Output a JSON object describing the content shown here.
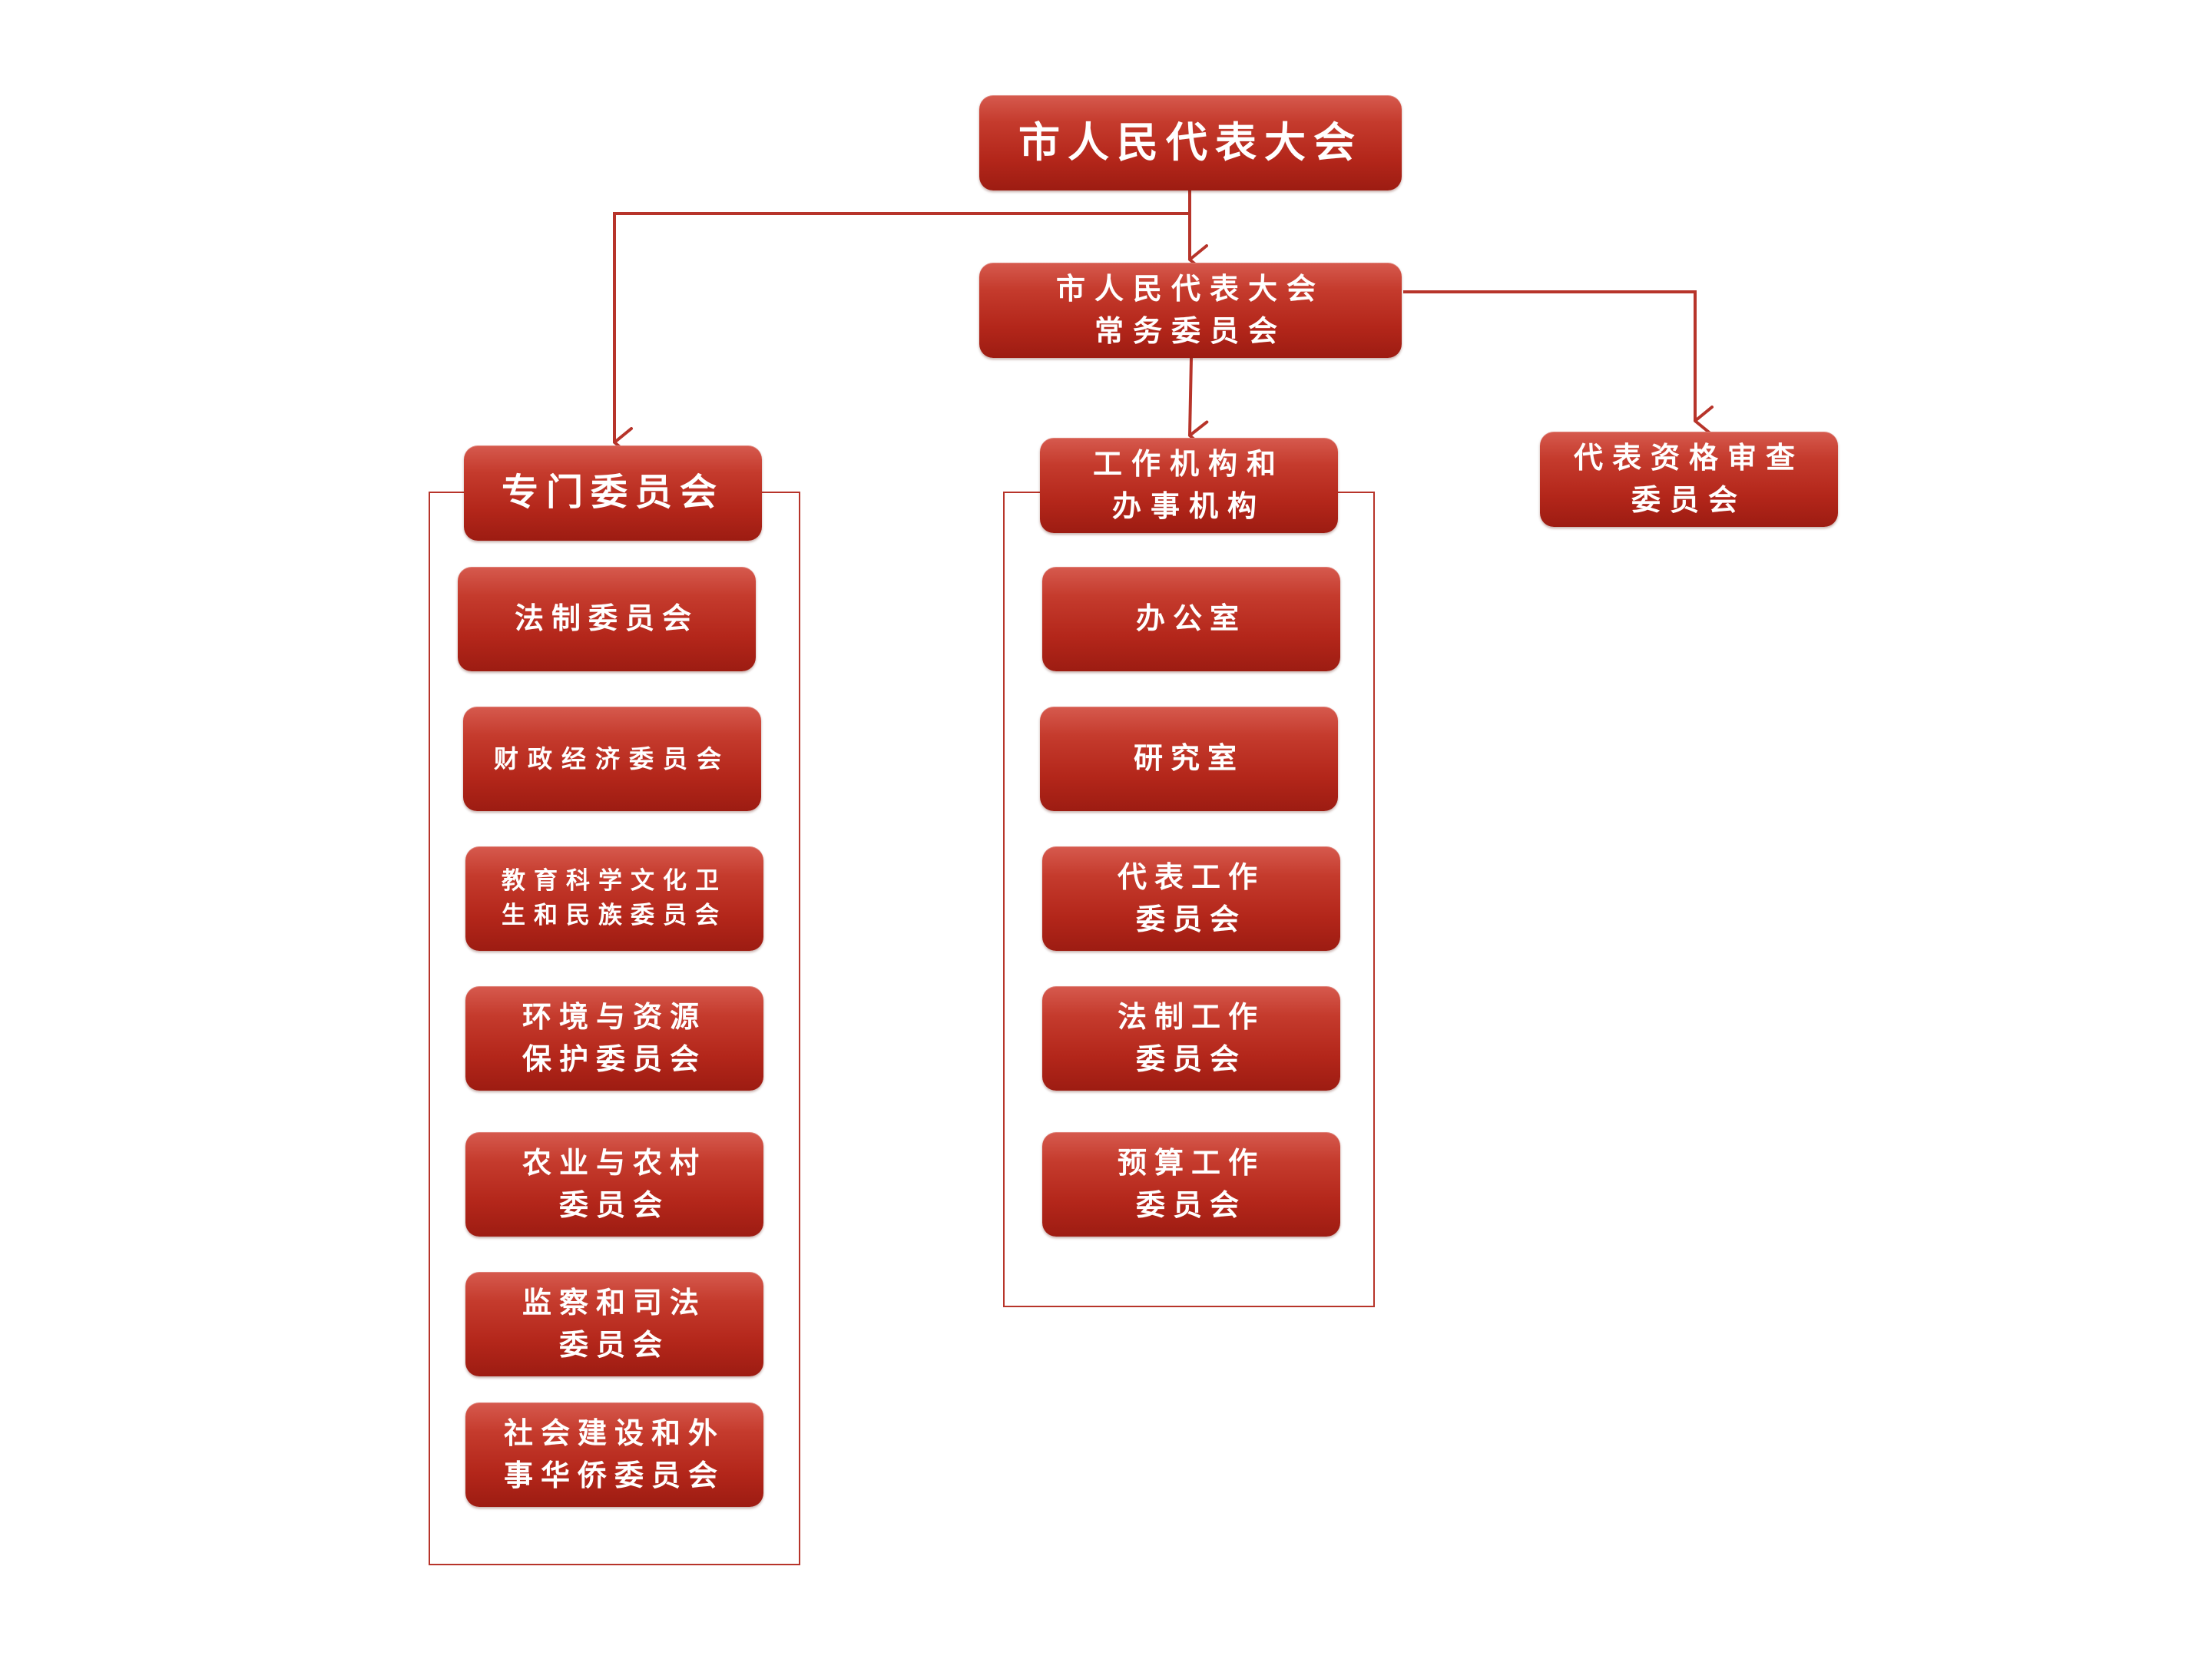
{
  "colors": {
    "node_fill": "#b3261a",
    "connector": "#b7342a",
    "background": "#ffffff",
    "text": "#ffffff"
  },
  "top": {
    "lines": [
      "市人民代表大会"
    ]
  },
  "standing_committee": {
    "lines": [
      "市人民代表大会",
      "常务委员会"
    ]
  },
  "special_committees": {
    "header": {
      "lines": [
        "专门委员会"
      ]
    },
    "items": [
      {
        "lines": [
          "法制委员会"
        ]
      },
      {
        "lines": [
          "财政经济委员会"
        ]
      },
      {
        "lines": [
          "教育科学文化卫",
          "生和民族委员会"
        ]
      },
      {
        "lines": [
          "环境与资源",
          "保护委员会"
        ]
      },
      {
        "lines": [
          "农业与农村",
          "委员会"
        ]
      },
      {
        "lines": [
          "监察和司法",
          "委员会"
        ]
      },
      {
        "lines": [
          "社会建设和外",
          "事华侨委员会"
        ]
      }
    ]
  },
  "working_bodies": {
    "header": {
      "lines": [
        "工作机构和",
        "办事机构"
      ]
    },
    "items": [
      {
        "lines": [
          "办公室"
        ]
      },
      {
        "lines": [
          "研究室"
        ]
      },
      {
        "lines": [
          "代表工作",
          "委员会"
        ]
      },
      {
        "lines": [
          "法制工作",
          "委员会"
        ]
      },
      {
        "lines": [
          "预算工作",
          "委员会"
        ]
      }
    ]
  },
  "credentials_committee": {
    "lines": [
      "代表资格审查",
      "委员会"
    ]
  }
}
